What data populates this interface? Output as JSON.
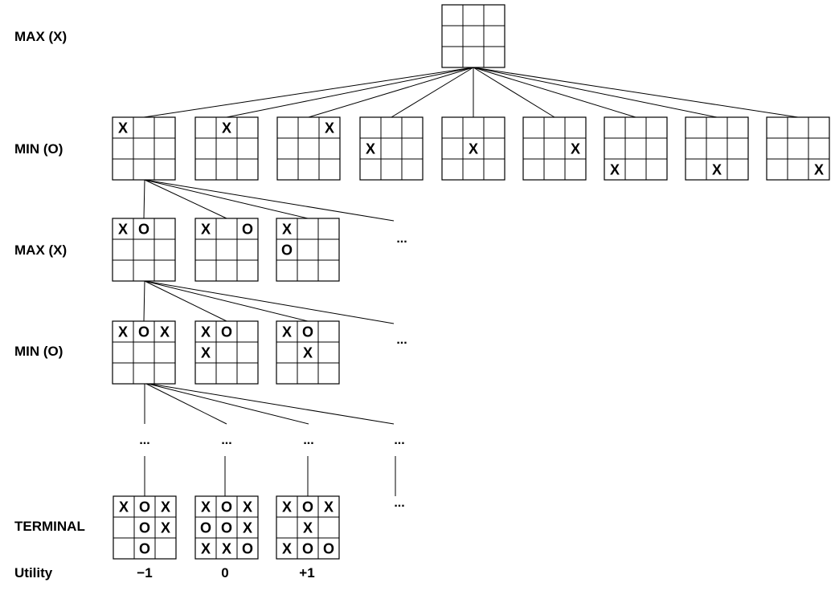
{
  "levels": {
    "max1": "MAX (X)",
    "min1": "MIN (O)",
    "max2": "MAX (X)",
    "min2": "MIN (O)",
    "terminal": "TERMINAL",
    "utility": "Utility"
  },
  "ellipsis": "...",
  "boards": {
    "root": [
      [
        "",
        "",
        ""
      ],
      [
        "",
        "",
        ""
      ],
      [
        "",
        "",
        ""
      ]
    ],
    "level1": [
      [
        [
          "X",
          "",
          ""
        ],
        [
          "",
          "",
          ""
        ],
        [
          "",
          "",
          ""
        ]
      ],
      [
        [
          "",
          "X",
          ""
        ],
        [
          "",
          "",
          ""
        ],
        [
          "",
          "",
          ""
        ]
      ],
      [
        [
          "",
          "",
          "X"
        ],
        [
          "",
          "",
          ""
        ],
        [
          "",
          "",
          ""
        ]
      ],
      [
        [
          "",
          "",
          ""
        ],
        [
          "X",
          "",
          ""
        ],
        [
          "",
          "",
          ""
        ]
      ],
      [
        [
          "",
          "",
          ""
        ],
        [
          "",
          "X",
          ""
        ],
        [
          "",
          "",
          ""
        ]
      ],
      [
        [
          "",
          "",
          ""
        ],
        [
          "",
          "",
          "X"
        ],
        [
          "",
          "",
          ""
        ]
      ],
      [
        [
          "",
          "",
          ""
        ],
        [
          "",
          "",
          ""
        ],
        [
          "X",
          "",
          ""
        ]
      ],
      [
        [
          "",
          "",
          ""
        ],
        [
          "",
          "",
          ""
        ],
        [
          "",
          "X",
          ""
        ]
      ],
      [
        [
          "",
          "",
          ""
        ],
        [
          "",
          "",
          ""
        ],
        [
          "",
          "",
          "X"
        ]
      ]
    ],
    "level2": [
      [
        [
          "X",
          "O",
          ""
        ],
        [
          "",
          "",
          ""
        ],
        [
          "",
          "",
          ""
        ]
      ],
      [
        [
          "X",
          "",
          "O"
        ],
        [
          "",
          "",
          ""
        ],
        [
          "",
          "",
          ""
        ]
      ],
      [
        [
          "X",
          "",
          ""
        ],
        [
          "O",
          "",
          ""
        ],
        [
          "",
          "",
          ""
        ]
      ]
    ],
    "level3": [
      [
        [
          "X",
          "O",
          "X"
        ],
        [
          "",
          "",
          ""
        ],
        [
          "",
          "",
          ""
        ]
      ],
      [
        [
          "X",
          "O",
          ""
        ],
        [
          "X",
          "",
          ""
        ],
        [
          "",
          "",
          ""
        ]
      ],
      [
        [
          "X",
          "O",
          ""
        ],
        [
          "",
          "X",
          ""
        ],
        [
          "",
          "",
          ""
        ]
      ]
    ],
    "terminal": [
      [
        [
          "X",
          "O",
          "X"
        ],
        [
          "",
          "O",
          "X"
        ],
        [
          "",
          "O",
          ""
        ]
      ],
      [
        [
          "X",
          "O",
          "X"
        ],
        [
          "O",
          "O",
          "X"
        ],
        [
          "X",
          "X",
          "O"
        ]
      ],
      [
        [
          "X",
          "O",
          "X"
        ],
        [
          "",
          "X",
          ""
        ],
        [
          "X",
          "O",
          "O"
        ]
      ]
    ]
  },
  "utilities": [
    "−1",
    "0",
    "+1"
  ]
}
